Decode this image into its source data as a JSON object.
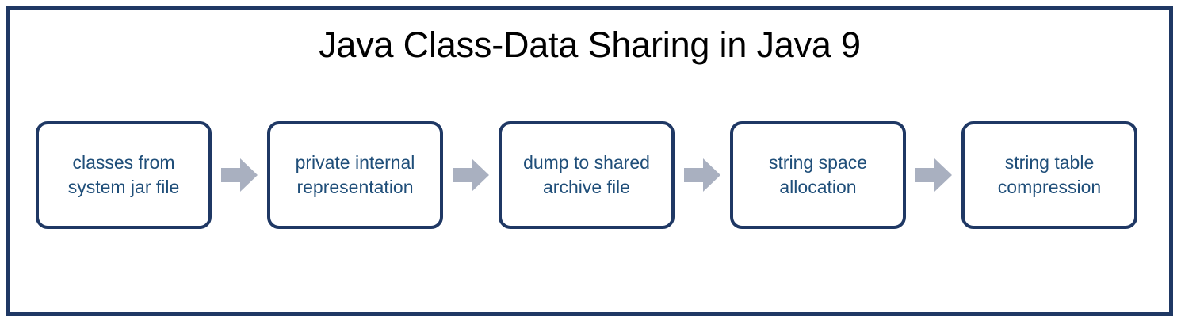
{
  "slide": {
    "title": "Java Class-Data Sharing in Java 9",
    "frame_color": "#1F3864",
    "background_color": "#FFFFFF",
    "title_color": "#000000"
  },
  "flow": {
    "node_border_color": "#1F3864",
    "node_text_color": "#1F4E79",
    "arrow_color": "#A9B0C0",
    "arrow_icon_name": "right-block-arrow-icon",
    "steps": [
      {
        "id": "step-1",
        "label": "classes from\nsystem jar file"
      },
      {
        "id": "step-2",
        "label": "private internal\nrepresentation"
      },
      {
        "id": "step-3",
        "label": "dump to shared\narchive file"
      },
      {
        "id": "step-4",
        "label": "string space\nallocation"
      },
      {
        "id": "step-5",
        "label": "string table\ncompression"
      }
    ],
    "connectors": [
      {
        "id": "connector-1",
        "from": "step-1",
        "to": "step-2"
      },
      {
        "id": "connector-2",
        "from": "step-2",
        "to": "step-3"
      },
      {
        "id": "connector-3",
        "from": "step-3",
        "to": "step-4"
      },
      {
        "id": "connector-4",
        "from": "step-4",
        "to": "step-5"
      }
    ]
  }
}
